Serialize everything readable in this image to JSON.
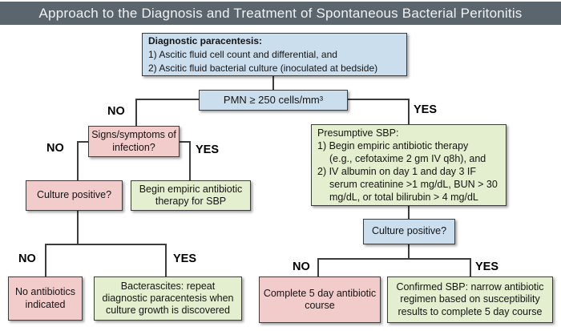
{
  "title": "Approach to the Diagnosis and Treatment of Spontaneous Bacterial Peritonitis",
  "colors": {
    "title_bar": "#5b656d",
    "title_text": "#f0f2f3",
    "box_blue": "#cbdeee",
    "box_pink": "#f2cccb",
    "box_green": "#e4efcf",
    "border": "#3c3c3c",
    "connector": "#3c3c3c",
    "text": "#141414"
  },
  "branch_labels": {
    "no": "NO",
    "yes": "YES"
  },
  "nodes": {
    "diagnostic": {
      "lines": [
        "Diagnostic paracentesis:",
        "1) Ascitic fluid cell count and differential, and",
        "2) Ascitic fluid bacterial culture (inoculated at bedside)"
      ]
    },
    "pmn": {
      "label": "PMN ≥ 250 cells/mm³"
    },
    "signs": {
      "label": "Signs/symptoms of infection?"
    },
    "culture_left": {
      "label": "Culture positive?"
    },
    "begin_empiric": {
      "label": "Begin empiric antibiotic therapy for SBP"
    },
    "no_antibiotics": {
      "label": "No antibiotics indicated"
    },
    "bacterascites": {
      "label": "Bacterascites: repeat diagnostic paracentesis when culture growth is discovered"
    },
    "presumptive": {
      "lines": [
        "Presumptive SBP:",
        "1) Begin empiric antibiotic therapy",
        "(e.g., cefotaxime 2 gm IV q8h), and",
        "2) IV albumin on day 1 and day 3 IF",
        "serum creatinine >1 mg/dL, BUN > 30",
        "mg/dL, or total bilirubin > 4 mg/dL"
      ]
    },
    "culture_right": {
      "label": "Culture positive?"
    },
    "complete_course": {
      "label": "Complete 5 day antibiotic course"
    },
    "confirmed": {
      "label": "Confirmed SBP: narrow antibiotic regimen based on susceptibility results to complete 5 day course"
    }
  }
}
